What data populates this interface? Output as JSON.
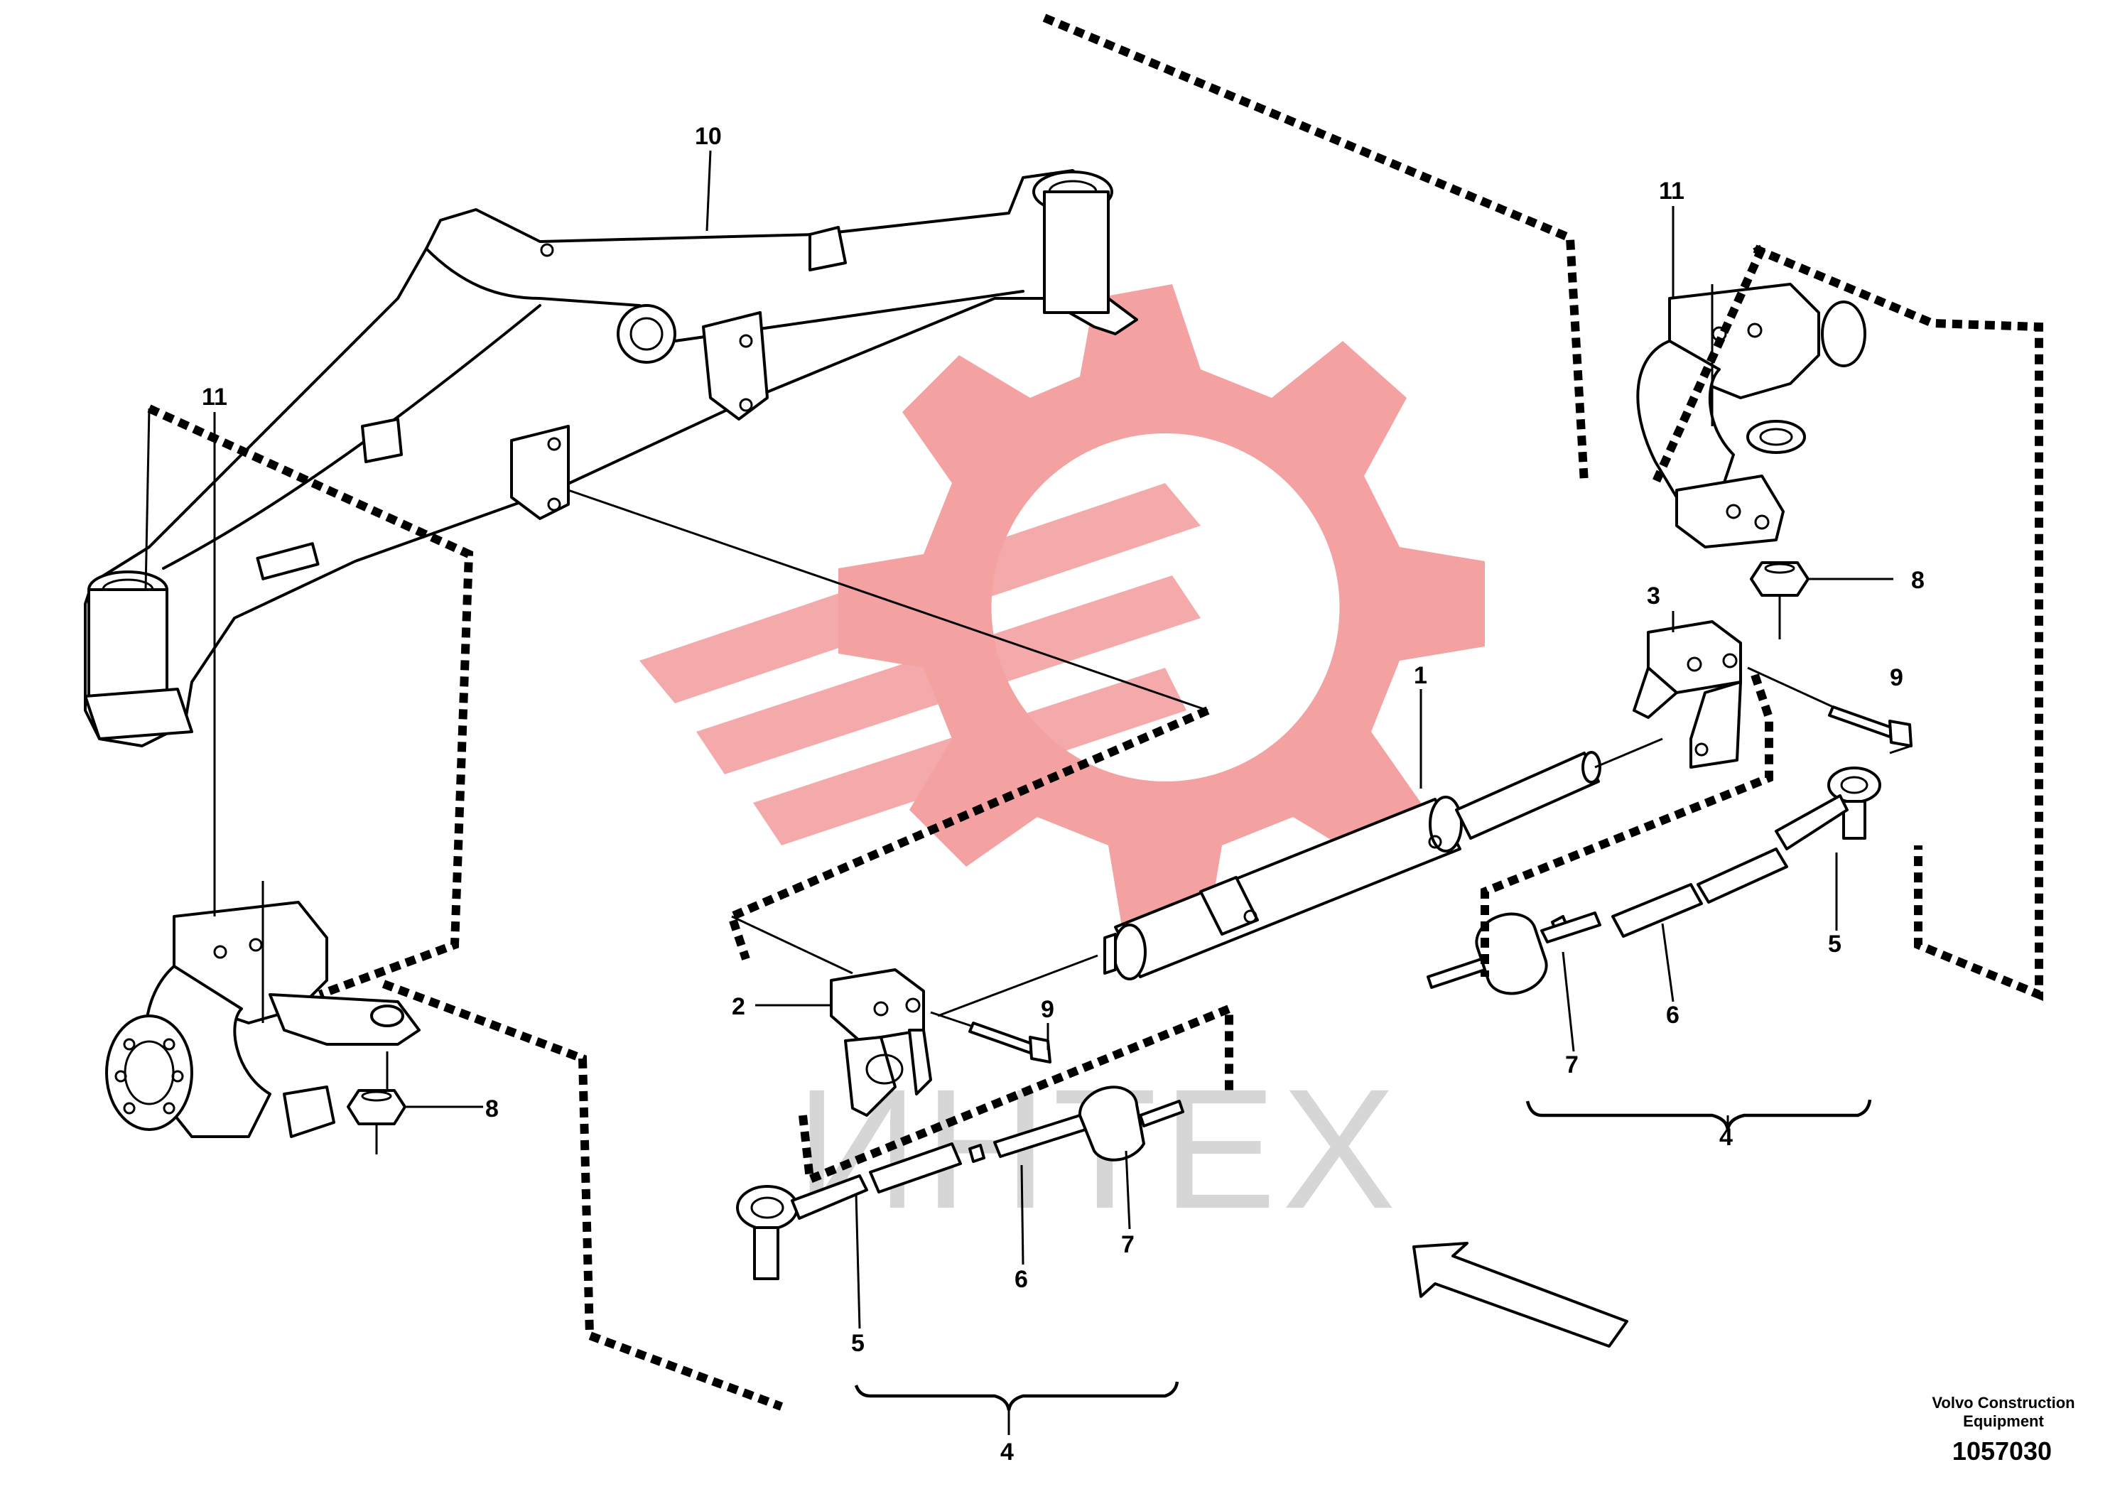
{
  "watermark": {
    "text": "ИНТЕХ",
    "gear_color": "#f3a1a1",
    "text_color": "#d6d6d6"
  },
  "callouts": {
    "c1": "1",
    "c2": "2",
    "c3": "3",
    "c4_left": "4",
    "c4_right": "4",
    "c5_left": "5",
    "c5_right": "5",
    "c6_left": "6",
    "c6_right": "6",
    "c7_left": "7",
    "c7_right": "7",
    "c8_left": "8",
    "c8_right": "8",
    "c9_left": "9",
    "c9_right": "9",
    "c10": "10",
    "c11_left": "11",
    "c11_right": "11"
  },
  "corner": {
    "brand_line1": "Volvo Construction",
    "brand_line2": "Equipment",
    "drawing_number": "1057030"
  }
}
